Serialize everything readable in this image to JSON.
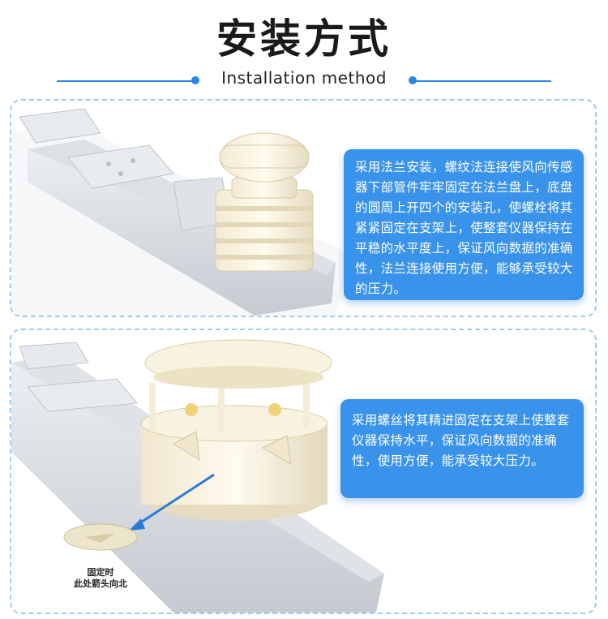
{
  "header": {
    "title": "安装方式",
    "subtitle": "Installation method"
  },
  "panel1": {
    "description": "采用法兰安装，螺纹法连接使风向传感器下部管件牢牢固定在法兰盘上，底盘的圆周上开四个的安装孔，使螺栓将其紧紧固定在支架上，使整套仪器保持在平稳的水平度上，保证风向数据的准确性，法兰连接使用方便，能够承受较大的压力。"
  },
  "panel2": {
    "description": "采用螺丝将其精进固定在支架上使整套仪器保持水平，保证风向数据的准确性，使用方便，能承受较大压力。",
    "note_line1": "固定时",
    "note_line2": "此处箭头向北"
  },
  "colors": {
    "accent": "#2a86e6",
    "info_box": "#3a93ea",
    "panel_border": "#9ecbf1"
  }
}
